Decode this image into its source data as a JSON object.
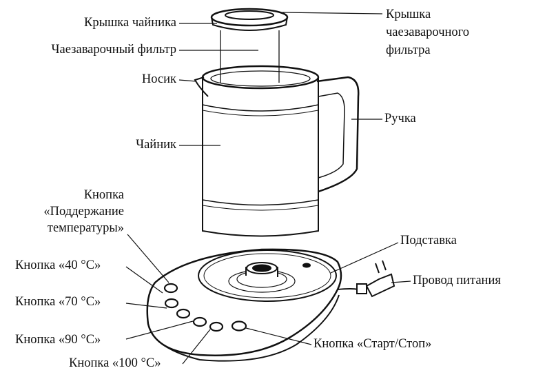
{
  "labels": {
    "kettle_lid": "Крышка чайника",
    "tea_filter": "Чаезаварочный фильтр",
    "spout": "Носик",
    "kettle": "Чайник",
    "filter_lid_1": "Крышка",
    "filter_lid_2": "чаезаварочного",
    "filter_lid_3": "фильтра",
    "handle": "Ручка",
    "keep_warm_1": "Кнопка",
    "keep_warm_2": "«Поддержание",
    "keep_warm_3": "температуры»",
    "btn_40": "Кнопка «40 °C»",
    "btn_70": "Кнопка «70 °C»",
    "btn_90": "Кнопка «90 °C»",
    "btn_100": "Кнопка «100 °C»",
    "base": "Подставка",
    "power_cord": "Провод питания",
    "start_stop": "Кнопка «Старт/Стоп»"
  }
}
